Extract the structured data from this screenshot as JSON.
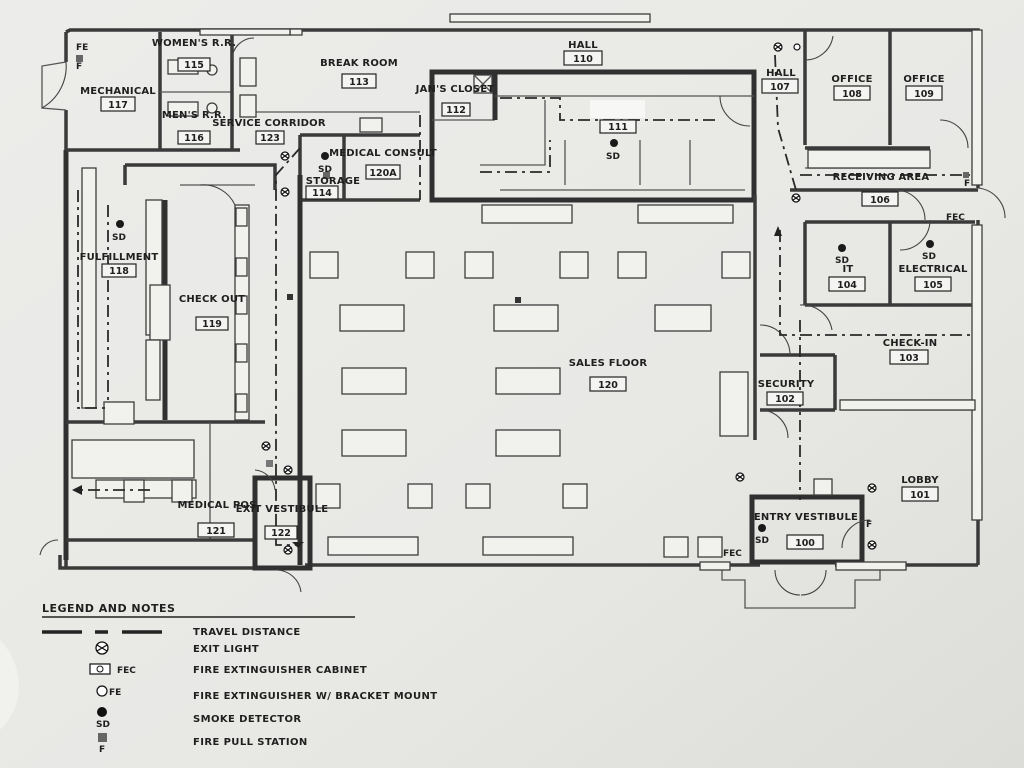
{
  "rooms": [
    {
      "id": "mechanical",
      "name": "MECHANICAL",
      "number": "117"
    },
    {
      "id": "womens-rr",
      "name": "WOMEN'S R.R.",
      "number": "115"
    },
    {
      "id": "mens-rr",
      "name": "MEN'S R.R.",
      "number": "116"
    },
    {
      "id": "break-room",
      "name": "BREAK ROOM",
      "number": "113"
    },
    {
      "id": "hall-110",
      "name": "HALL",
      "number": "110"
    },
    {
      "id": "jan-closet",
      "name": "JAN'S CLOSET",
      "number": "112"
    },
    {
      "id": "service-corridor",
      "name": "SERVICE CORRIDOR",
      "number": "123"
    },
    {
      "id": "storage",
      "name": "STORAGE",
      "number": "114"
    },
    {
      "id": "medical-consult",
      "name": "MEDICAL CONSULT",
      "number": "120A"
    },
    {
      "id": "room-111",
      "name": "",
      "number": "111"
    },
    {
      "id": "hall-107",
      "name": "HALL",
      "number": "107"
    },
    {
      "id": "office-108",
      "name": "OFFICE",
      "number": "108"
    },
    {
      "id": "office-109",
      "name": "OFFICE",
      "number": "109"
    },
    {
      "id": "receiving-area",
      "name": "RECEIVING AREA",
      "number": "106"
    },
    {
      "id": "it",
      "name": "IT",
      "number": "104"
    },
    {
      "id": "electrical",
      "name": "ELECTRICAL",
      "number": "105"
    },
    {
      "id": "fulfillment",
      "name": "FULFILLMENT",
      "number": "118"
    },
    {
      "id": "check-out",
      "name": "CHECK OUT",
      "number": "119"
    },
    {
      "id": "sales-floor",
      "name": "SALES FLOOR",
      "number": "120"
    },
    {
      "id": "check-in",
      "name": "CHECK-IN",
      "number": "103"
    },
    {
      "id": "security",
      "name": "SECURITY",
      "number": "102"
    },
    {
      "id": "lobby",
      "name": "LOBBY",
      "number": "101"
    },
    {
      "id": "medical-pos",
      "name": "MEDICAL POS",
      "number": "121"
    },
    {
      "id": "exit-vestibule",
      "name": "EXIT VESTIBULE",
      "number": "122"
    },
    {
      "id": "entry-vestibule",
      "name": "ENTRY VESTIBULE",
      "number": "100"
    }
  ],
  "symbols": {
    "smoke_detector": "SD",
    "fire_pull": "F",
    "fire_ext_cabinet": "FEC",
    "fire_ext_bracket": "FE"
  },
  "legend": {
    "title": "LEGEND AND NOTES",
    "items": [
      {
        "icon": "travel-distance-line",
        "text": "TRAVEL DISTANCE"
      },
      {
        "icon": "exit-light-icon",
        "text": "EXIT LIGHT"
      },
      {
        "icon": "fire-extinguisher-cabinet-icon",
        "label": "FEC",
        "text": "FIRE EXTINGUISHER CABINET"
      },
      {
        "icon": "fire-extinguisher-bracket-icon",
        "label": "FE",
        "text": "FIRE EXTINGUISHER W/ BRACKET MOUNT"
      },
      {
        "icon": "smoke-detector-icon",
        "label": "SD",
        "text": "SMOKE DETECTOR"
      },
      {
        "icon": "fire-pull-station-icon",
        "label": "F",
        "text": "FIRE PULL STATION"
      }
    ]
  },
  "colors": {
    "paper": "#e9e9e6",
    "ink": "#2a2a2a"
  }
}
